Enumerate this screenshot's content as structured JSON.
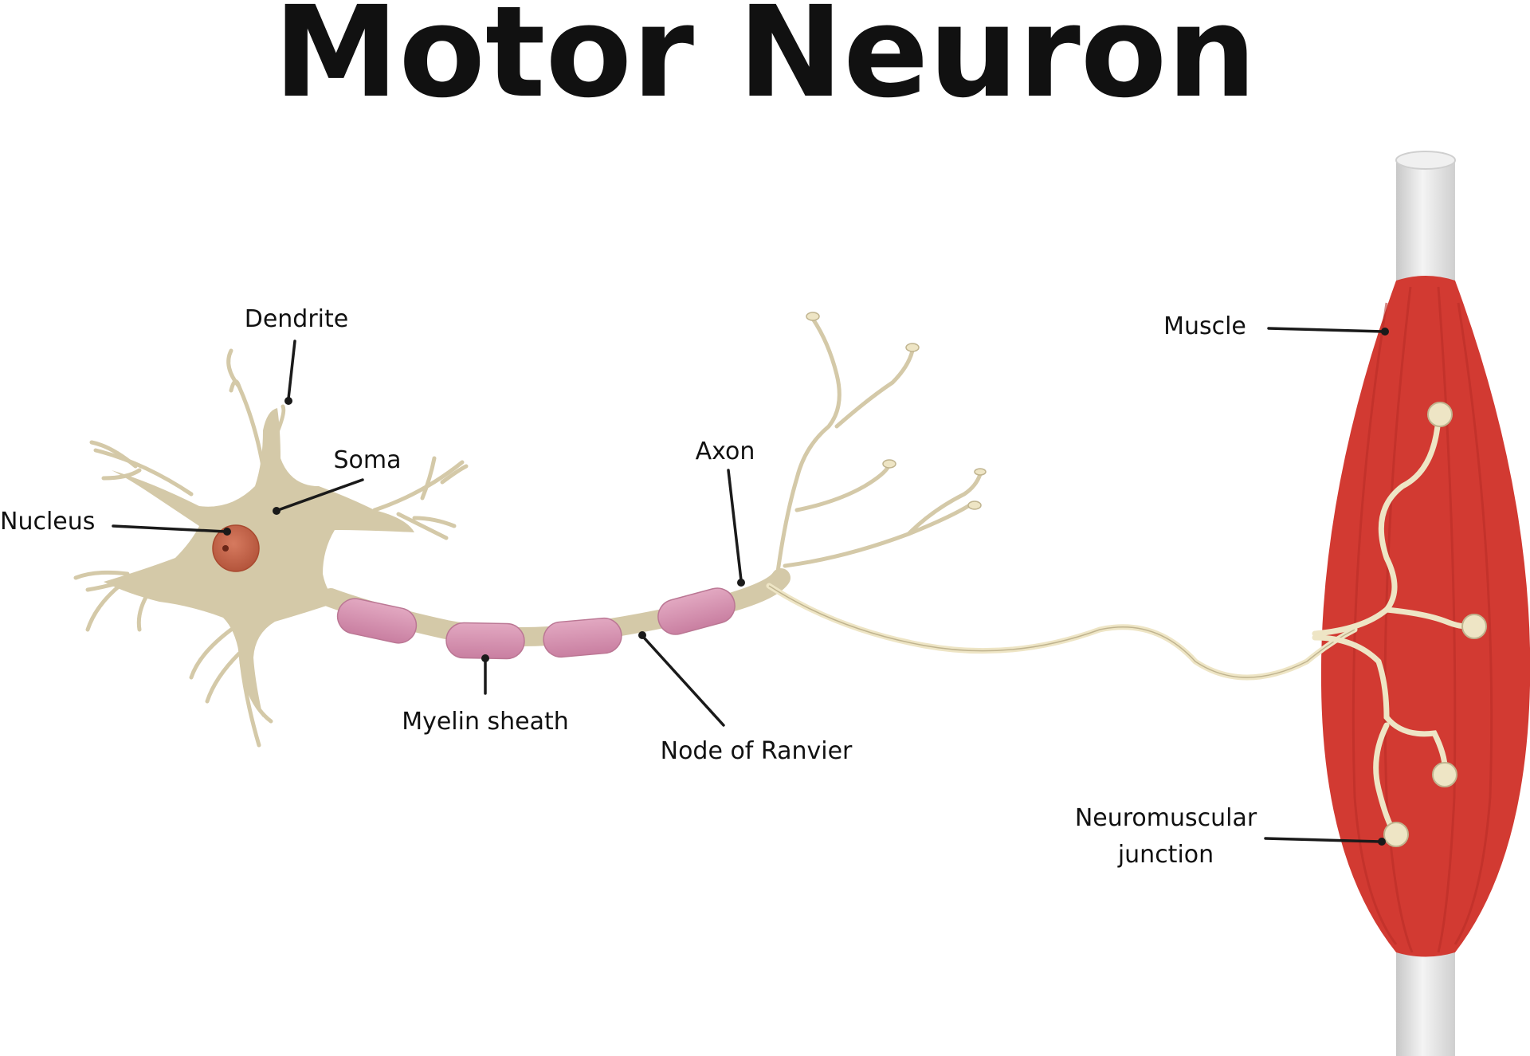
{
  "title": "Motor Neuron",
  "labels": {
    "dendrite": "Dendrite",
    "soma": "Soma",
    "nucleus": "Nucleus",
    "axon": "Axon",
    "myelin_sheath": "Myelin sheath",
    "node_of_ranvier": "Node of Ranvier",
    "muscle": "Muscle",
    "neuromuscular_junction_line1": "Neuromuscular",
    "neuromuscular_junction_line2": "junction"
  },
  "colors": {
    "neuron": "#d4c9a8",
    "neuron_outline": "#c0b48f",
    "myelin": "#d896b3",
    "nucleus": "#c9634a",
    "muscle": "#d23a32",
    "tendon": "#e6e6e6",
    "terminal": "#eee5c5"
  }
}
